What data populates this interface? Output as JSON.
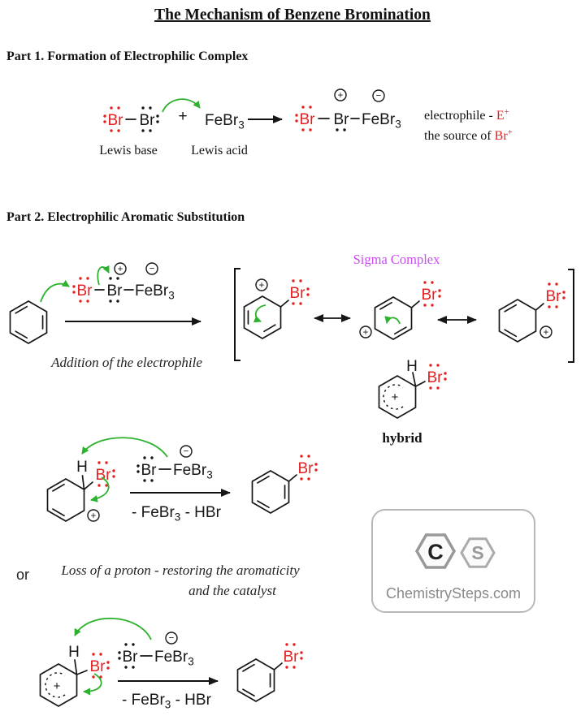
{
  "palette": {
    "red": "#e5201f",
    "green": "#2cb22c",
    "magenta": "#cc4cf2",
    "black": "#161616",
    "gray": "#8a8a8a"
  },
  "title": "The Mechanism of Benzene Bromination",
  "headings": {
    "part1": "Part 1. Formation of Electrophilic Complex",
    "part2": "Part 2. Electrophilic Aromatic Substitution"
  },
  "atoms": {
    "br": "Br",
    "h": "H",
    "febr": "FeBr",
    "sub3": "3",
    "plus": "+"
  },
  "charges": {
    "plus": "+",
    "minus": "−"
  },
  "part1": {
    "lewis_base": "Lewis base",
    "lewis_acid": "Lewis acid",
    "note1_pre": "electrophile - ",
    "note1_sym": "E",
    "note_sup": "+",
    "note2_pre": "the source of ",
    "note2_sym": "Br"
  },
  "part2": {
    "sigma_label": "Sigma Complex",
    "addition_label": "Addition of the electrophile",
    "hybrid_label": "hybrid",
    "or_label": "or",
    "loss_line1": "Loss of a proton - restoring the aromaticity",
    "loss_line2": "and the catalyst",
    "byproducts_pre": "- FeBr",
    "byproducts_post": " - HBr"
  },
  "logo": {
    "letter_c": "C",
    "letter_s": "S",
    "site": "ChemistrySteps.com"
  }
}
